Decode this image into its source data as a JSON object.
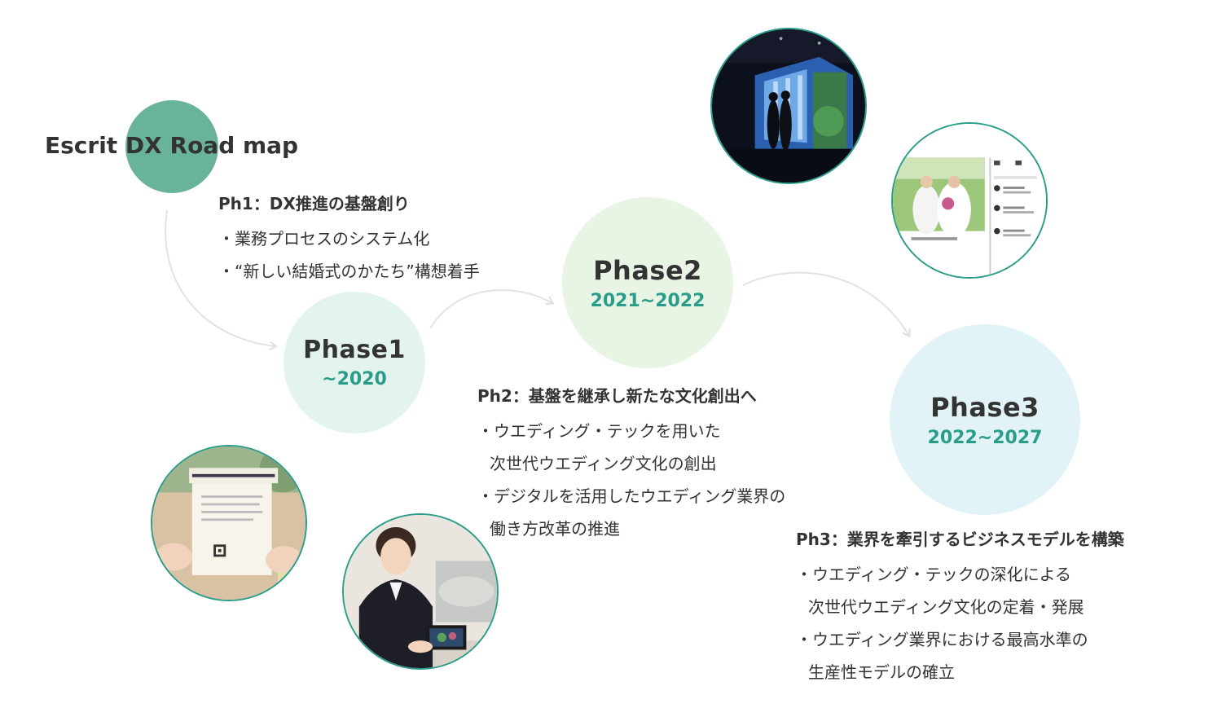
{
  "title": "Escrit DX Road map",
  "phases": [
    {
      "name": "Phase1",
      "years": "~2020"
    },
    {
      "name": "Phase2",
      "years": "2021~2022"
    },
    {
      "name": "Phase3",
      "years": "2022~2027"
    }
  ],
  "ph1": {
    "heading": "Ph1：DX推進の基盤創り",
    "bullets": [
      "・業務プロセスのシステム化",
      "・“新しい結婚式のかたち”構想着手"
    ]
  },
  "ph2": {
    "heading": "Ph2：基盤を継承し新たな文化創出へ",
    "bullets": [
      {
        "line1": "・ウエディング・テックを用いた",
        "line2": "次世代ウエディング文化の創出"
      },
      {
        "line1": "・デジタルを活用したウエディング業界の",
        "line2": "働き方改革の推進"
      }
    ]
  },
  "ph3": {
    "heading": "Ph3：業界を牽引するビジネスモデルを構築",
    "bullets": [
      {
        "line1": "・ウエディング・テックの深化による",
        "line2": "次世代ウエディング文化の定着・発展"
      },
      {
        "line1": "・ウエディング業界における最高水準の",
        "line2": "生産性モデルの確立"
      }
    ]
  },
  "colors": {
    "title_circle": "#69b39b",
    "phase1_bg": "#e3f4ef",
    "phase2_bg": "#e8f5e4",
    "phase3_bg": "#e2f3f8",
    "accent": "#2a9d8a",
    "arrow": "#e3e3e3"
  }
}
